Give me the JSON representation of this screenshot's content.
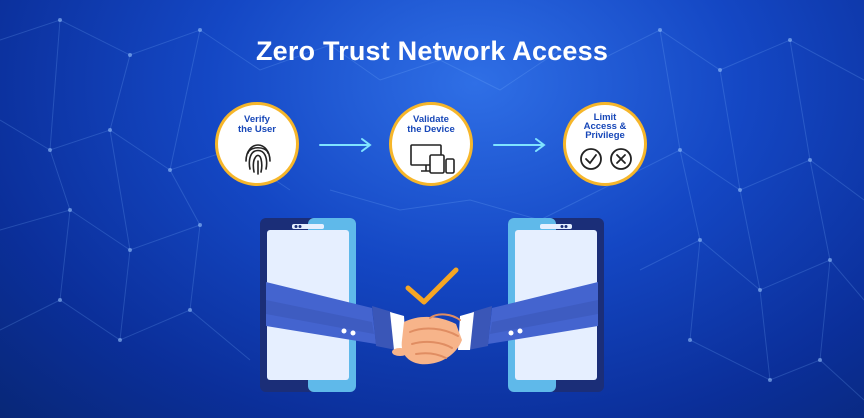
{
  "title": "Zero Trust Network Access",
  "steps": [
    {
      "label_line1": "Verify",
      "label_line2": "the User",
      "icon": "fingerprint-icon"
    },
    {
      "label_line1": "Validate",
      "label_line2": "the Device",
      "icon": "devices-icon"
    },
    {
      "label_line1": "Limit",
      "label_line2": "Access &",
      "label_line3": "Privilege",
      "icon": "check-cross-icon"
    }
  ],
  "colors": {
    "background": "#1447c4",
    "circle_border": "#f6b62a",
    "step_text": "#1747b8",
    "arrow": "#7fe3ff",
    "sleeve": "#4464cf",
    "checkmark": "#f6a623",
    "skin": "#f7b48a"
  }
}
